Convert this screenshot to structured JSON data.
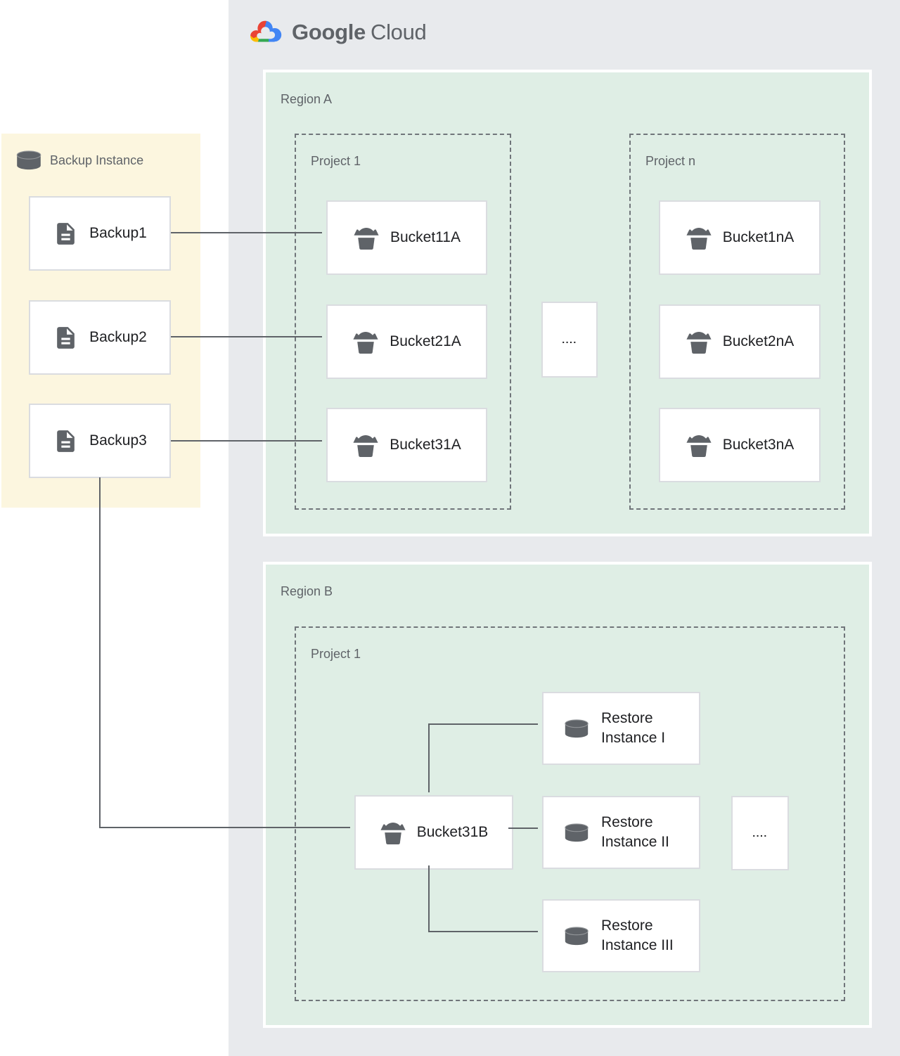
{
  "logo": {
    "part1": "Google",
    "part2": "Cloud"
  },
  "backup_panel": {
    "title": "Backup Instance",
    "items": [
      {
        "label": "Backup1"
      },
      {
        "label": "Backup2"
      },
      {
        "label": "Backup3"
      }
    ]
  },
  "google_cloud": {
    "region_a": {
      "label": "Region A",
      "project1": {
        "label": "Project 1",
        "buckets": [
          {
            "label": "Bucket11A"
          },
          {
            "label": "Bucket21A"
          },
          {
            "label": "Bucket31A"
          }
        ]
      },
      "ellipsis": "....",
      "project_n": {
        "label": "Project n",
        "buckets": [
          {
            "label": "Bucket1nA"
          },
          {
            "label": "Bucket2nA"
          },
          {
            "label": "Bucket3nA"
          }
        ]
      }
    },
    "region_b": {
      "label": "Region B",
      "project1": {
        "label": "Project 1",
        "bucket": {
          "label": "Bucket31B"
        },
        "restores": [
          {
            "line1": "Restore",
            "line2": "Instance I"
          },
          {
            "line1": "Restore",
            "line2": "Instance II"
          },
          {
            "line1": "Restore",
            "line2": "Instance III"
          }
        ],
        "ellipsis": "...."
      }
    }
  },
  "colors": {
    "cloud_bg": "#e8eaed",
    "region_bg": "#dfeee5",
    "backup_bg": "#fcf6df",
    "node_border": "#dadce0",
    "dashed_border": "#70757a",
    "connector": "#5f6368",
    "icon": "#5f6368",
    "label_muted": "#5f6368",
    "label_dark": "#202124",
    "logo_text": "#5f6368",
    "logo_red": "#ea4335",
    "logo_blue": "#4285f4",
    "logo_yellow": "#fbbc04",
    "logo_green": "#34a853"
  }
}
